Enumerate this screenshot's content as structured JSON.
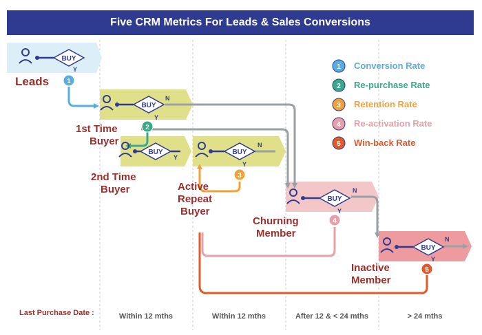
{
  "title": "Five CRM Metrics For Leads & Sales Conversions",
  "buy_label": "BUY",
  "yes_label": "Y",
  "no_label": "N",
  "stages": {
    "leads": "Leads",
    "first_time_1": "1st Time",
    "first_time_2": "Buyer",
    "second_time_1": "2nd Time",
    "second_time_2": "Buyer",
    "active_1": "Active",
    "active_2": "Repeat",
    "active_3": "Buyer",
    "churning_1": "Churning",
    "churning_2": "Member",
    "inactive_1": "Inactive",
    "inactive_2": "Member"
  },
  "legend": [
    {
      "num": "1",
      "label": "Conversion Rate",
      "color": "#5aaede"
    },
    {
      "num": "2",
      "label": "Re-purchase Rate",
      "color": "#3aa88a"
    },
    {
      "num": "3",
      "label": "Retention Rate",
      "color": "#f0a23a"
    },
    {
      "num": "4",
      "label": "Re-activation Rate",
      "color": "#e8a0a8"
    },
    {
      "num": "5",
      "label": "Win-back Rate",
      "color": "#e05a2b"
    }
  ],
  "footer": {
    "label": "Last Purchase Date :",
    "col1": "Within 12 mths",
    "col2": "Within 12 mths",
    "col3": "After 12 & < 24 mths",
    "col4": "> 24 mths"
  },
  "colors": {
    "title_bg": "#2f3a91",
    "stage_label": "#9a2f2c",
    "lead_band": "#dceef8",
    "buyer_band": "#dfe089",
    "churn_band": "#f3c6c8",
    "inactive_band": "#ee9b9f",
    "node_blue": "#2f3a91",
    "gray_line": "#9aa0a6"
  }
}
